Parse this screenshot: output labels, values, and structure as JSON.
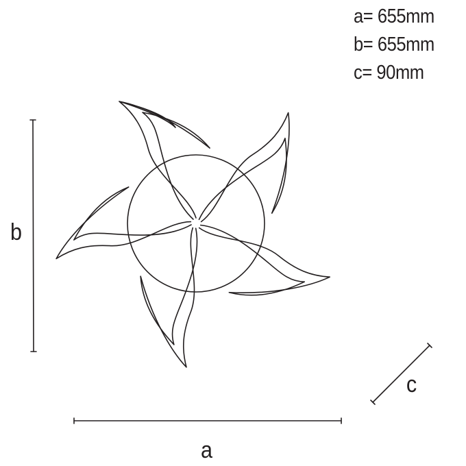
{
  "specs": [
    {
      "key": "a",
      "text": "a= 655mm"
    },
    {
      "key": "b",
      "text": "b= 655mm"
    },
    {
      "key": "c",
      "text": "c= 90mm"
    }
  ],
  "dimensions": {
    "a": {
      "label": "a",
      "value_mm": 655,
      "orientation": "horizontal"
    },
    "b": {
      "label": "b",
      "value_mm": 655,
      "orientation": "vertical"
    },
    "c": {
      "label": "c",
      "value_mm": 90,
      "orientation": "diagonal (depth)"
    }
  },
  "drawing": {
    "subject": "five-petal swirl ceiling light, top view",
    "petal_count": 5,
    "line_color": "#231f20",
    "background": "#ffffff"
  }
}
